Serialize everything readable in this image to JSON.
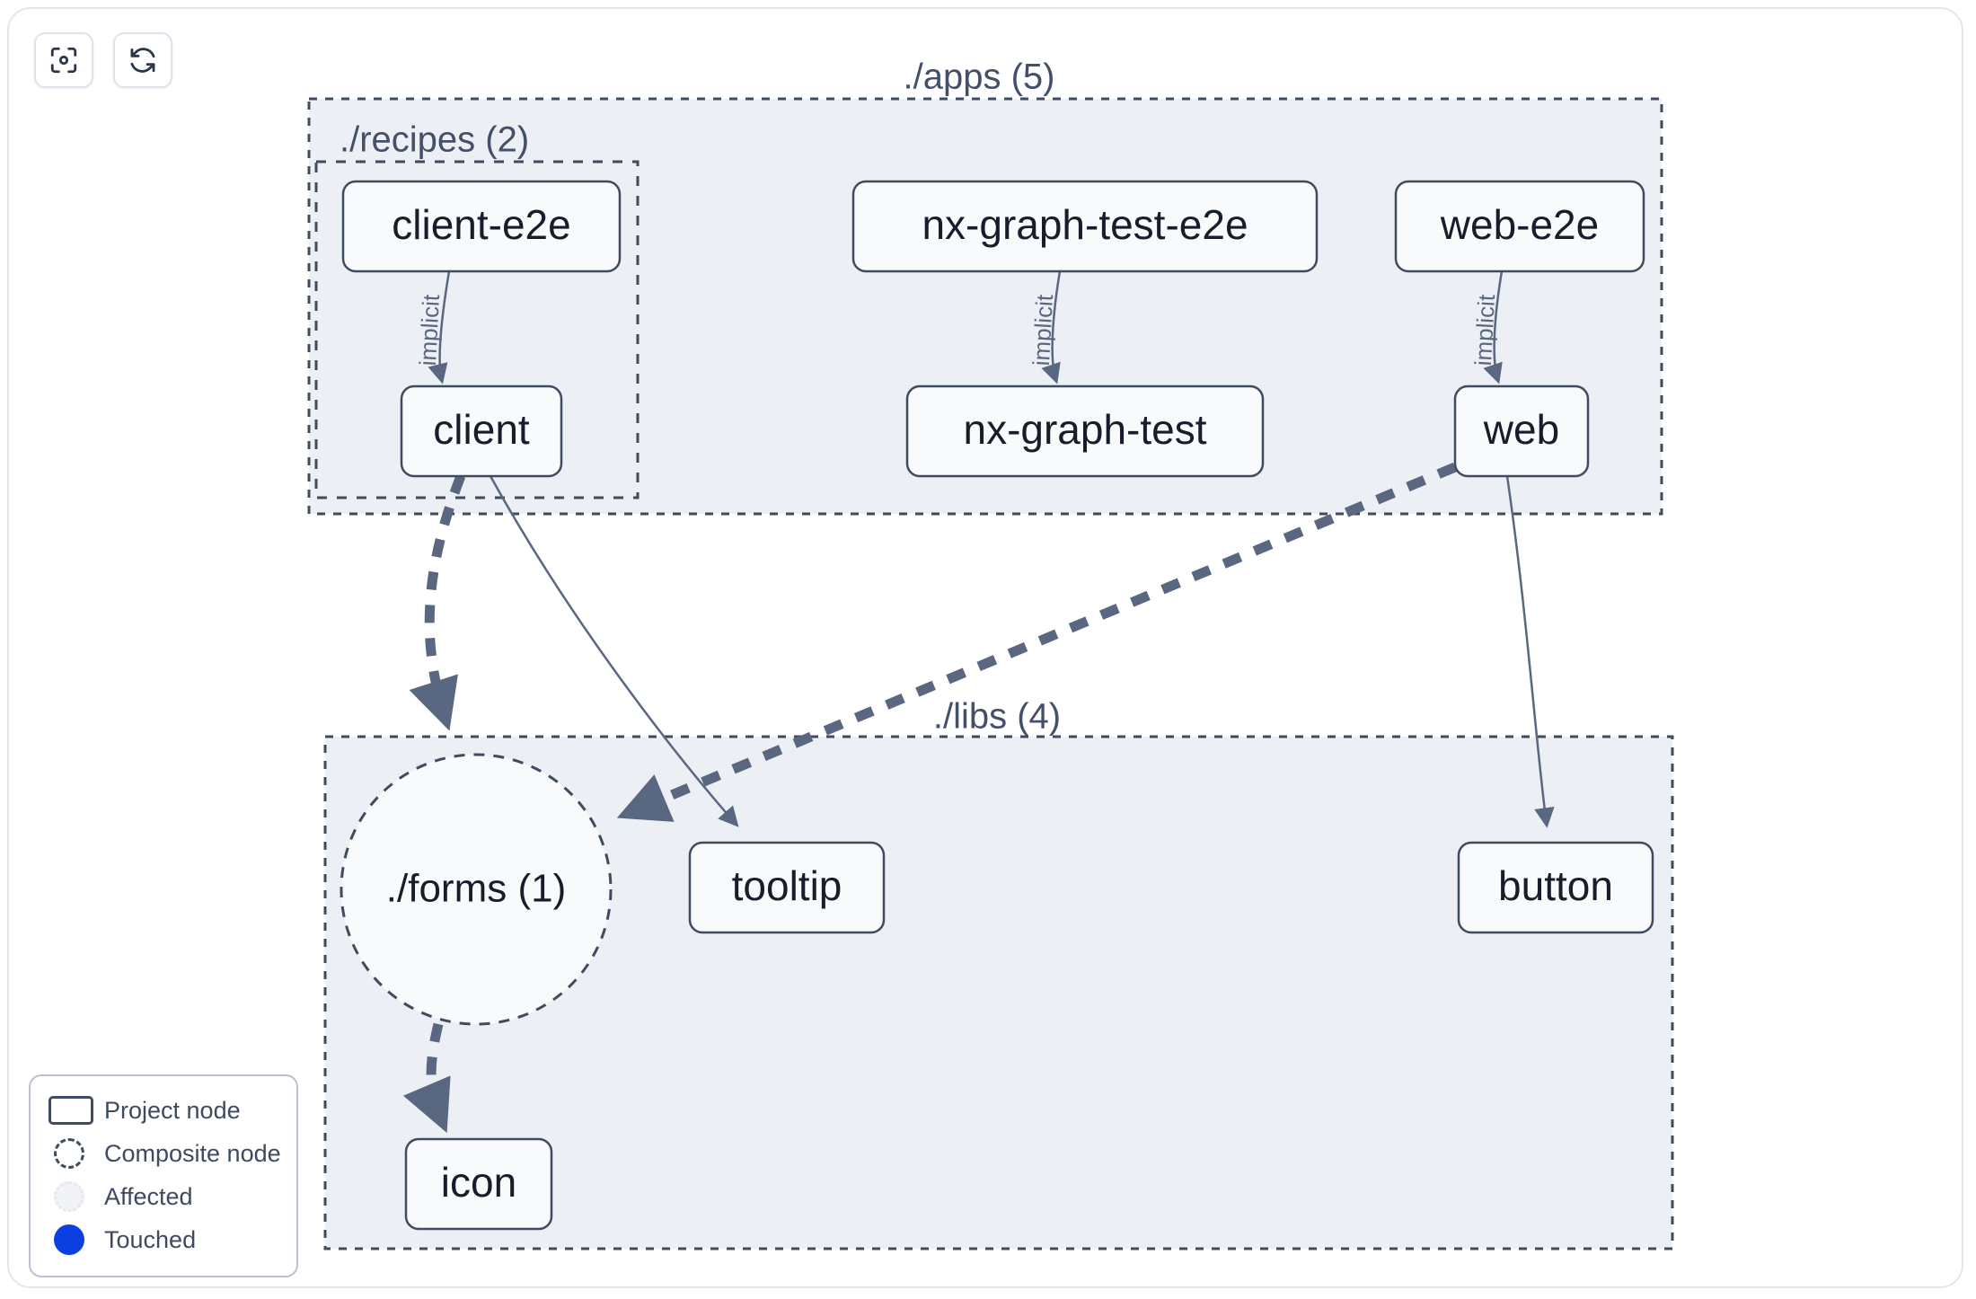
{
  "toolbar": {
    "buttons": [
      {
        "name": "focus-graph-button",
        "icon": "focus-target-icon",
        "title": "Focus graph"
      },
      {
        "name": "refresh-graph-button",
        "icon": "refresh-icon",
        "title": "Refresh graph"
      }
    ]
  },
  "graph": {
    "groups": [
      {
        "id": "apps",
        "label": "./apps (5)"
      },
      {
        "id": "recipes",
        "label": "./recipes (2)"
      },
      {
        "id": "libs",
        "label": "./libs (4)"
      }
    ],
    "nodes": [
      {
        "id": "client-e2e",
        "label": "client-e2e",
        "type": "project",
        "group": "recipes"
      },
      {
        "id": "client",
        "label": "client",
        "type": "project",
        "group": "recipes"
      },
      {
        "id": "nx-graph-test-e2e",
        "label": "nx-graph-test-e2e",
        "type": "project",
        "group": "apps"
      },
      {
        "id": "nx-graph-test",
        "label": "nx-graph-test",
        "type": "project",
        "group": "apps"
      },
      {
        "id": "web-e2e",
        "label": "web-e2e",
        "type": "project",
        "group": "apps"
      },
      {
        "id": "web",
        "label": "web",
        "type": "project",
        "group": "apps"
      },
      {
        "id": "forms",
        "label": "./forms (1)",
        "type": "composite",
        "group": "libs"
      },
      {
        "id": "tooltip",
        "label": "tooltip",
        "type": "project",
        "group": "libs"
      },
      {
        "id": "button",
        "label": "button",
        "type": "project",
        "group": "libs"
      },
      {
        "id": "icon",
        "label": "icon",
        "type": "project",
        "group": "libs"
      }
    ],
    "edges": [
      {
        "from": "client-e2e",
        "to": "client",
        "label": "implicit",
        "style": "thin"
      },
      {
        "from": "nx-graph-test-e2e",
        "to": "nx-graph-test",
        "label": "implicit",
        "style": "thin"
      },
      {
        "from": "web-e2e",
        "to": "web",
        "label": "implicit",
        "style": "thin"
      },
      {
        "from": "client",
        "to": "forms",
        "label": "",
        "style": "thick"
      },
      {
        "from": "client",
        "to": "tooltip",
        "label": "",
        "style": "thin"
      },
      {
        "from": "web",
        "to": "forms",
        "label": "",
        "style": "thick"
      },
      {
        "from": "web",
        "to": "button",
        "label": "",
        "style": "thin"
      },
      {
        "from": "forms",
        "to": "icon",
        "label": "",
        "style": "thick"
      }
    ]
  },
  "legend": {
    "items": [
      {
        "swatch": "project-node-swatch",
        "label": "Project node"
      },
      {
        "swatch": "composite-node-swatch",
        "label": "Composite node"
      },
      {
        "swatch": "affected-swatch",
        "label": "Affected"
      },
      {
        "swatch": "touched-swatch",
        "label": "Touched"
      }
    ]
  },
  "colors": {
    "group_fill": "#eceff4",
    "node_fill": "#f8fafc",
    "stroke": "#3f4b5e",
    "edge": "#5a6781",
    "touched": "#0b3fe0",
    "canvas": "#ffffff"
  }
}
